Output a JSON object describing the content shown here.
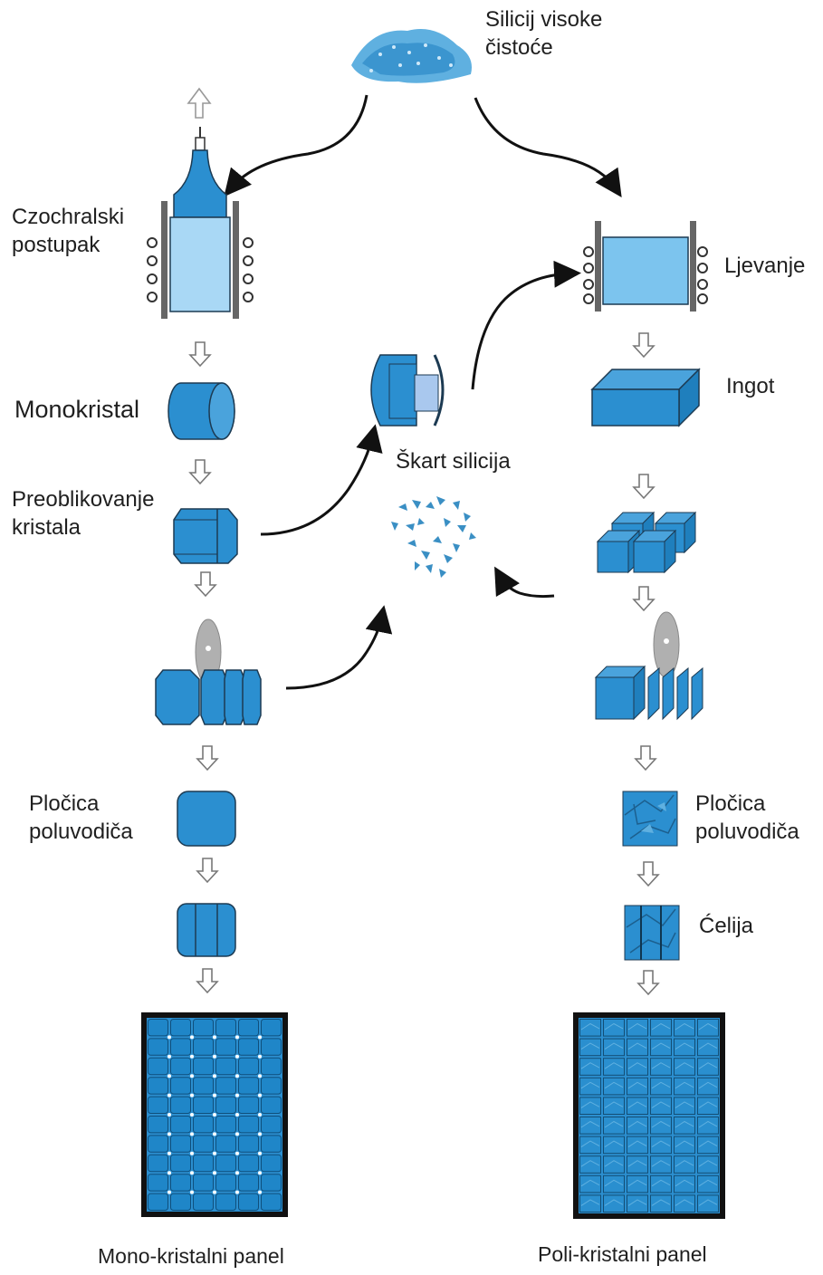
{
  "labels": {
    "source_line1": "Silicij visoke",
    "source_line2": "čistoće",
    "czochralski_line1": "Czochralski",
    "czochralski_line2": "postupak",
    "monocrystal": "Monokristal",
    "reshaping_line1": "Preoblikovanje",
    "reshaping_line2": "kristala",
    "wafer_mono_line1": "Pločica",
    "wafer_mono_line2": "poluvodiča",
    "casting": "Ljevanje",
    "ingot": "Ingot",
    "scrap": "Škart silicija",
    "wafer_poly_line1": "Pločica",
    "wafer_poly_line2": "poluvodiča",
    "cell": "Ćelija",
    "mono_panel": "Mono-kristalni panel",
    "poly_panel": "Poli-kristalni panel"
  },
  "colors": {
    "silicon_blue": "#2b8fd0",
    "silicon_light": "#7cc4ee",
    "outline": "#1c3a52",
    "saw_gray": "#b0b0b0"
  }
}
